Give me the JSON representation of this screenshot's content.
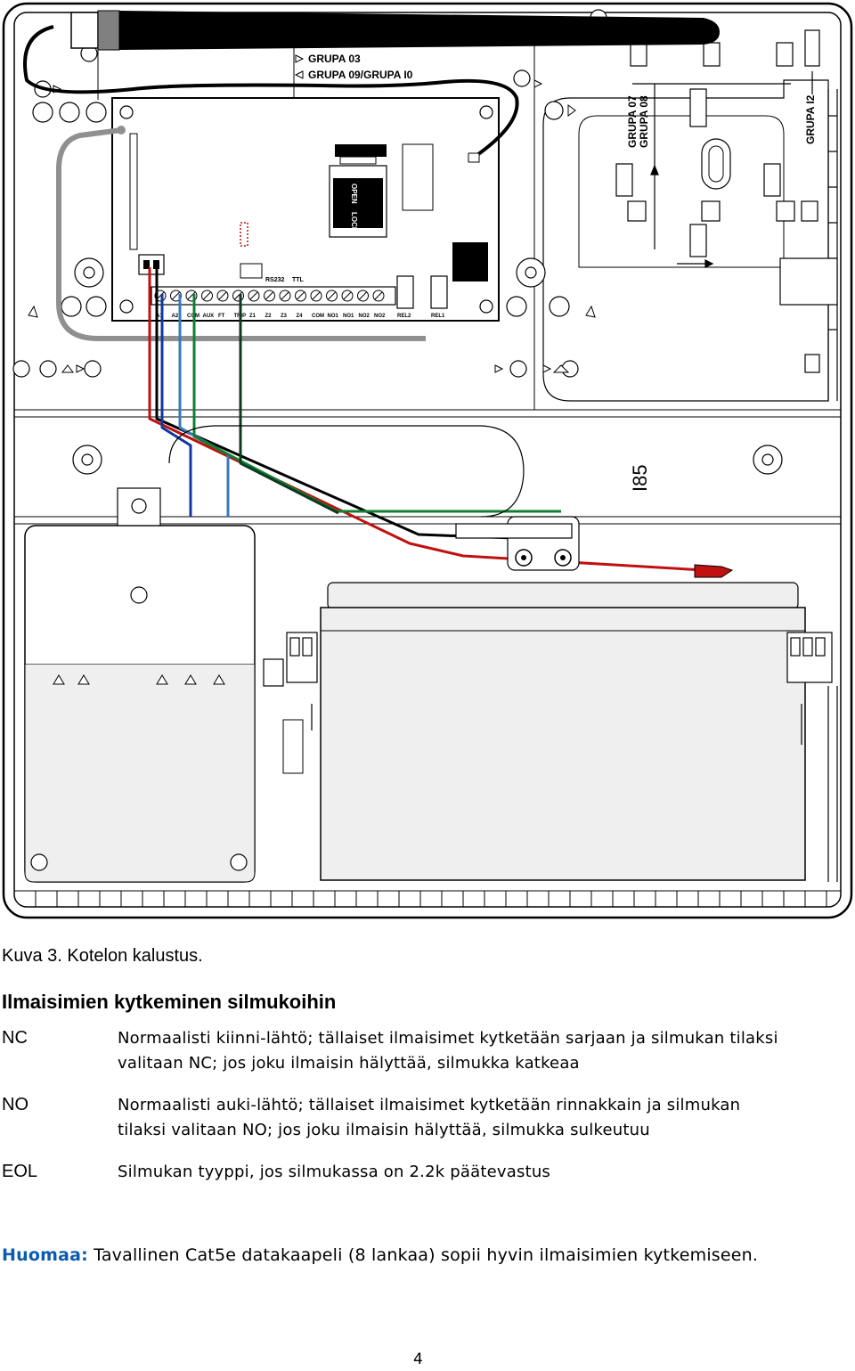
{
  "figure": {
    "labels": {
      "grupa03": "GRUPA 03",
      "grupa0910": "GRUPA 09/GRUPA I0",
      "grupa0708": "GRUPA 07\nGRUPA 08",
      "grupa12": "GRUPA I2",
      "i85": "I85",
      "open": "OPEN",
      "lock": "LOCK",
      "rs232": "RS232",
      "ttl": "TTL",
      "terminals": [
        "A1",
        "A2",
        "COM",
        "AUX",
        "FT",
        "TRIP",
        "Z1",
        "Z2",
        "Z3",
        "Z4",
        "COM",
        "NO1",
        "NO1",
        "NO2",
        "NO2",
        "REL2",
        "REL1"
      ]
    }
  },
  "caption": "Kuva 3. Kotelon kalustus.",
  "heading": "Ilmaisimien kytkeminen silmukoihin",
  "definitions": [
    {
      "term": "NC",
      "lines": [
        "Normaalisti kiinni-lähtö; tällaiset ilmaisimet kytketään sarjaan ja silmukan tilaksi",
        "valitaan NC; jos joku ilmaisin hälyttää, silmukka katkeaa"
      ]
    },
    {
      "term": "NO",
      "lines": [
        "Normaalisti auki-lähtö; tällaiset ilmaisimet kytketään rinnakkain ja silmukan",
        "tilaksi valitaan NO; jos joku ilmaisin hälyttää, silmukka sulkeutuu"
      ]
    },
    {
      "term": "EOL",
      "lines": [
        "Silmukan tyyppi, jos silmukassa on 2.2k päätevastus"
      ]
    }
  ],
  "note": {
    "label": "Huomaa:",
    "text": " Tavallinen Cat5e datakaapeli (8 lankaa) sopii hyvin ilmaisimien kytkemiseen."
  },
  "page_number": "4",
  "colors": {
    "note_label": "#0b5bb0",
    "wire_red": "#c01010",
    "wire_blue": "#1038a0",
    "wire_green": "#108030",
    "wire_black": "#000000",
    "wire_grey": "#909090"
  }
}
